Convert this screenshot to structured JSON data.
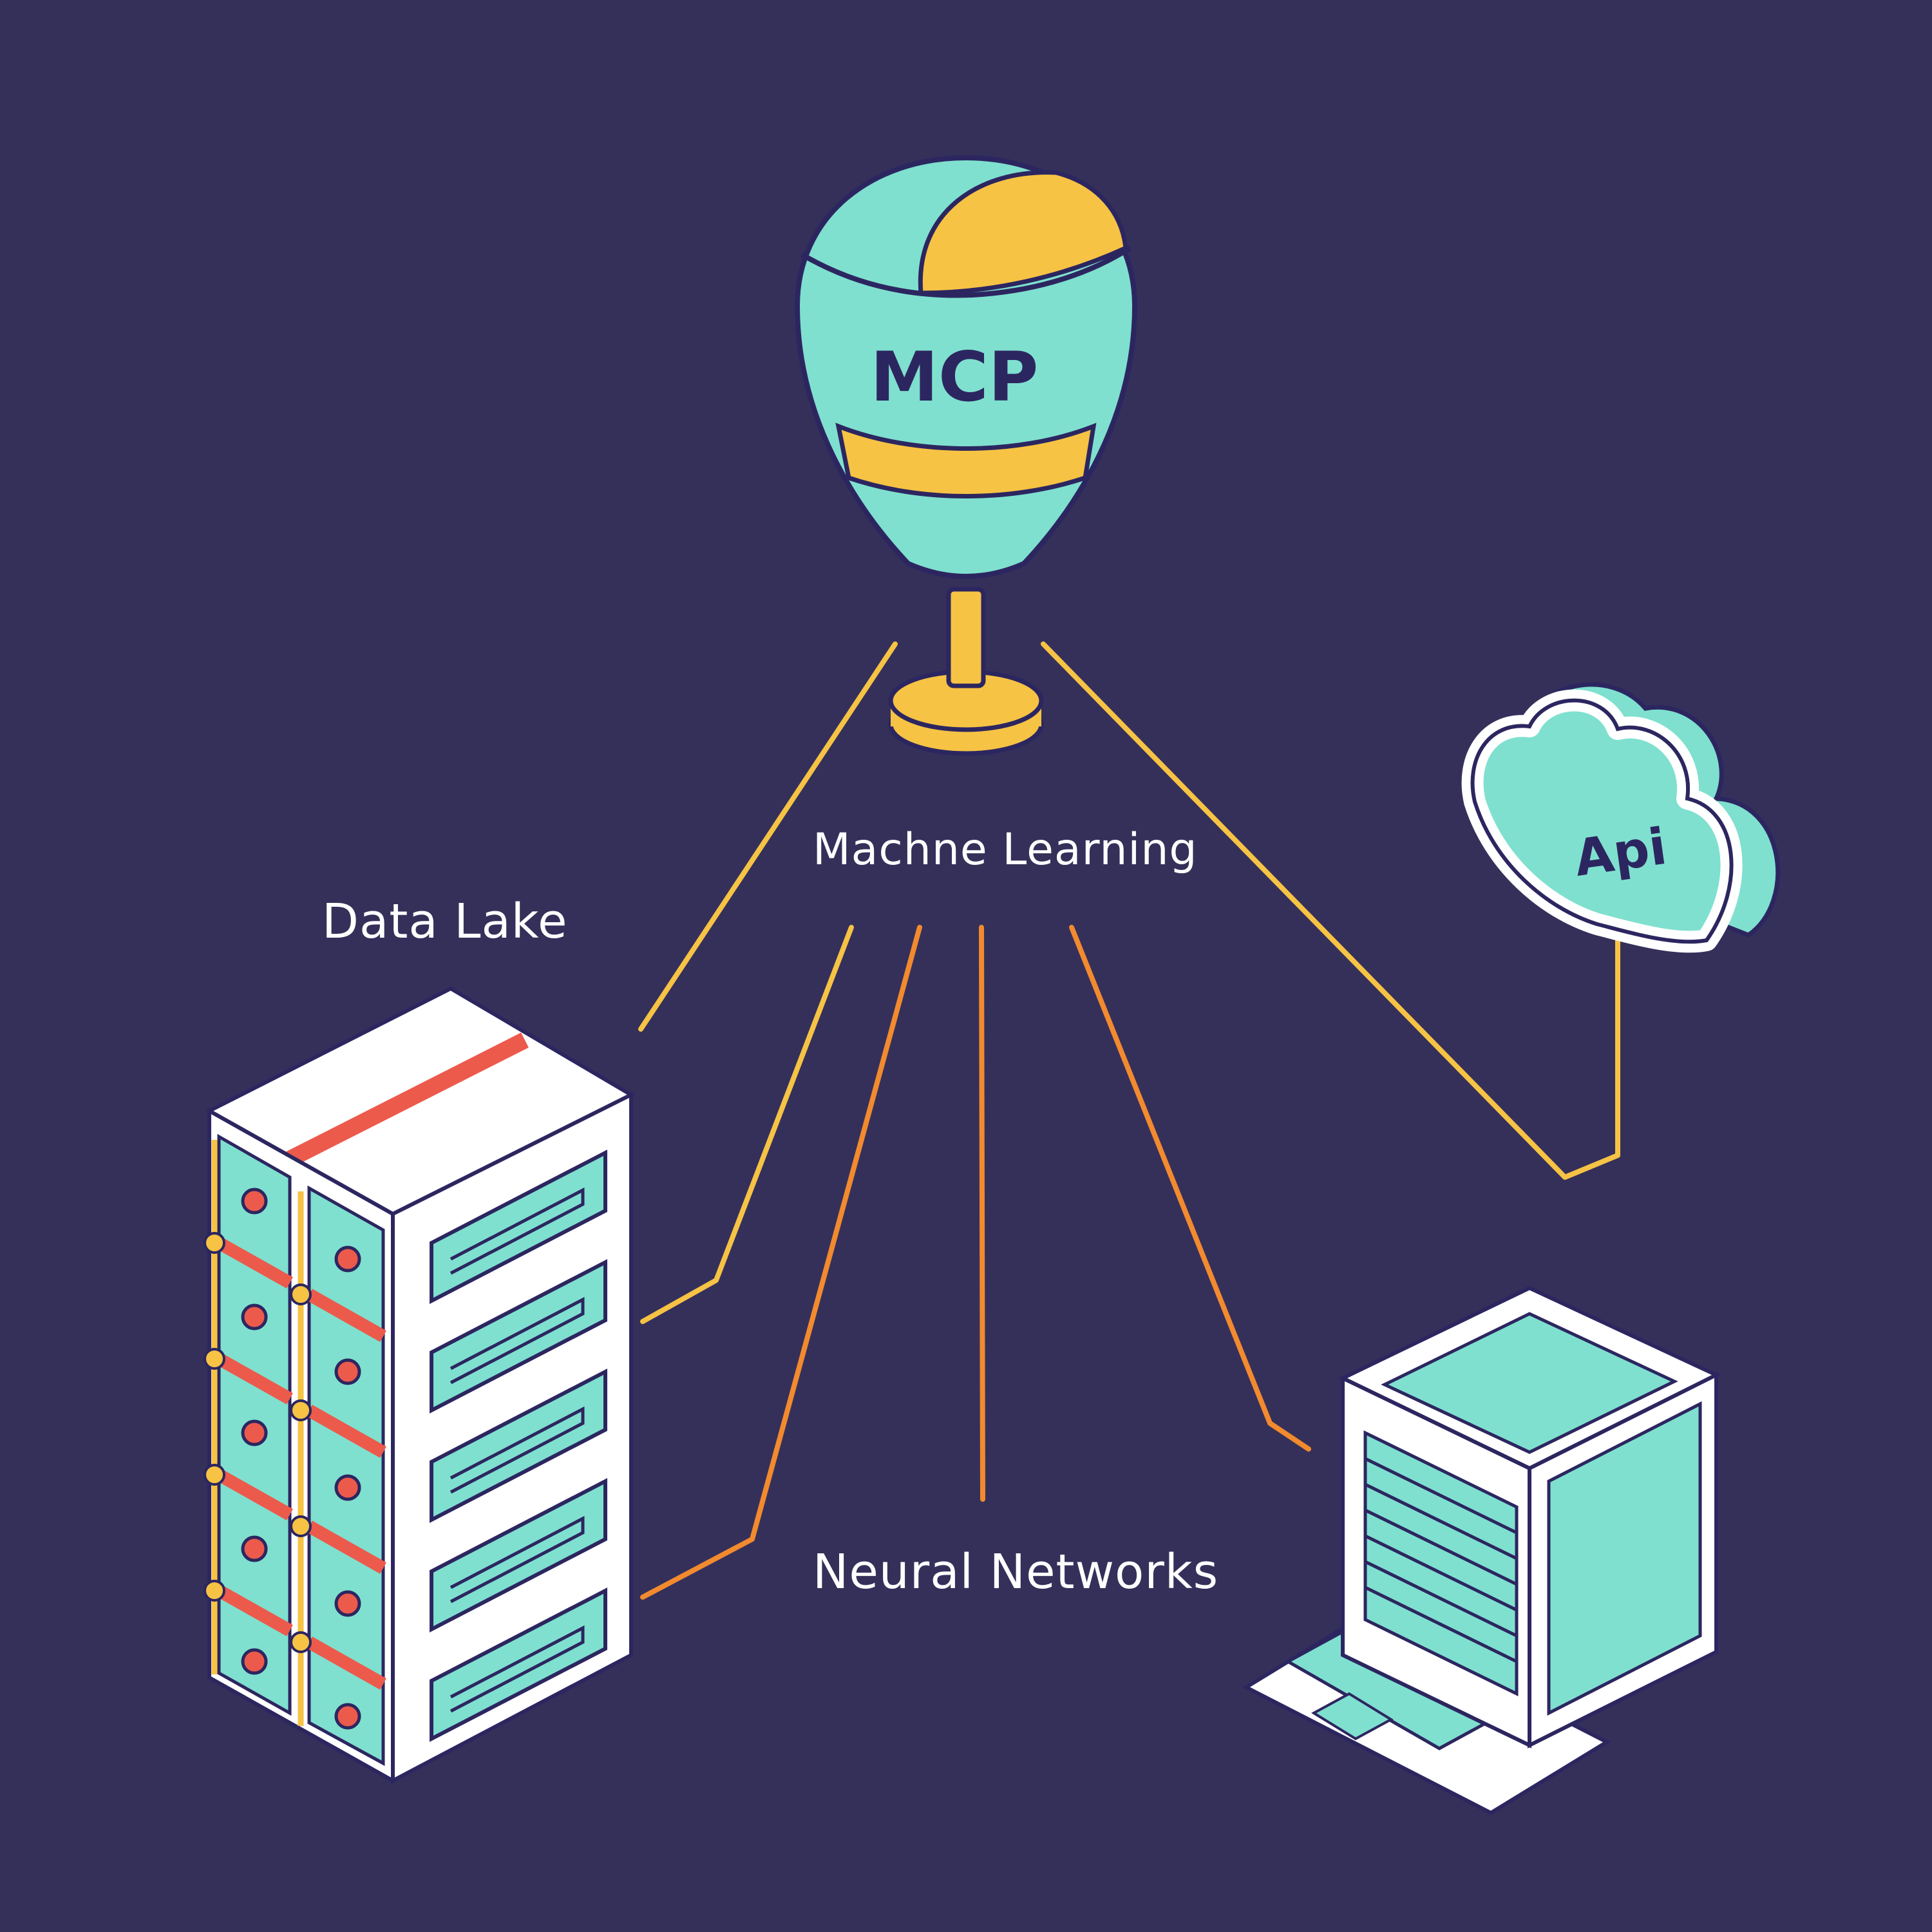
{
  "diagram": {
    "hub": {
      "text": "MCP",
      "caption": "Machne Learning"
    },
    "nodes": {
      "data_lake": {
        "caption": "Data Lake"
      },
      "api": {
        "text": "Api"
      },
      "neural": {
        "caption": "Neural Networks"
      },
      "computer": {
        "caption": ""
      }
    }
  },
  "colors": {
    "background": "#35305a",
    "teal": "#7fe0cf",
    "yellow": "#f6c344",
    "orange": "#f28a2e",
    "red": "#ec5a4c",
    "outline": "#2c2660",
    "white": "#ffffff"
  },
  "icons": [
    "mcp-globe-icon",
    "cloud-api-icon",
    "server-rack-icon",
    "computer-icon"
  ]
}
